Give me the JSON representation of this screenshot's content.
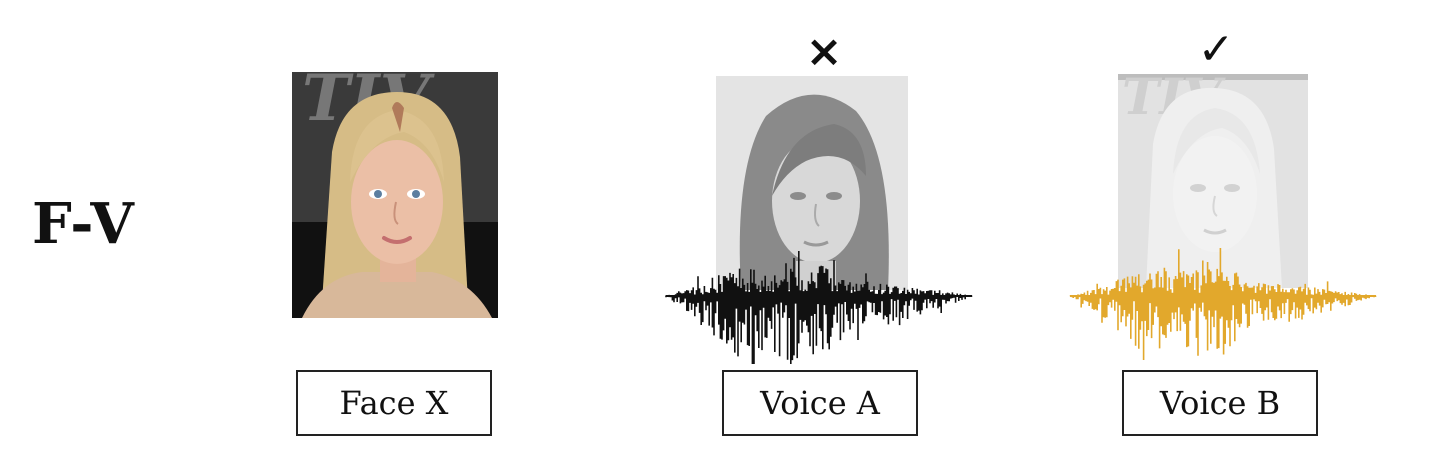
{
  "task_label": "F-V",
  "panels": [
    {
      "id": "face-x",
      "caption": "Face X"
    },
    {
      "id": "voice-a",
      "caption": "Voice A",
      "mark": "×"
    },
    {
      "id": "voice-b",
      "caption": "Voice B",
      "mark": "✓"
    }
  ],
  "colors": {
    "waveform_a": "#111111",
    "waveform_b": "#e2a82c",
    "box_border": "#222222",
    "photo_faded": "#e6e6e6",
    "hair_blonde": "#d9c08a",
    "skin": "#e8b9a0"
  }
}
